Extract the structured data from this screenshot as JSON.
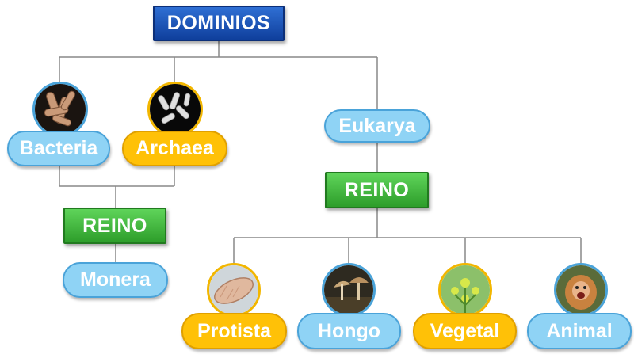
{
  "diagram": {
    "root": "DOMINIOS",
    "domains": {
      "bacteria": "Bacteria",
      "archaea": "Archaea",
      "eukarya": "Eukarya"
    },
    "reino_left": "REINO",
    "reino_right": "REINO",
    "monera": "Monera",
    "kingdoms": {
      "protista": "Protista",
      "hongo": "Hongo",
      "vegetal": "Vegetal",
      "animal": "Animal"
    }
  },
  "colors": {
    "root_box": "#1a56c4",
    "reino_box": "#3cb53a",
    "pill_blue": "#8fd3f5",
    "pill_yellow": "#ffc107",
    "connector": "#888888"
  },
  "icons": {
    "bacteria": "bacteria-photo-icon",
    "archaea": "archaea-photo-icon",
    "protista": "protista-photo-icon",
    "hongo": "mushroom-photo-icon",
    "vegetal": "plant-photo-icon",
    "animal": "monkey-photo-icon"
  }
}
